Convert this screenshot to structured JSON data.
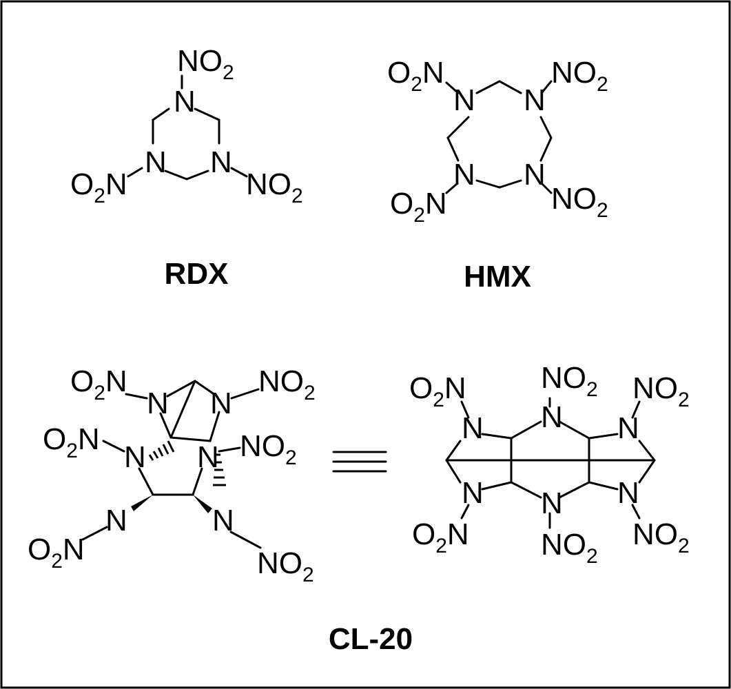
{
  "atoms": {
    "n": "N",
    "no": "NO",
    "o": "O",
    "two": "2"
  },
  "labels": {
    "rdx": "RDX",
    "hmx": "HMX",
    "cl20": "CL-20"
  },
  "equiv_symbol": "≡",
  "colors": {
    "ink": "#000000",
    "background": "#ffffff"
  }
}
